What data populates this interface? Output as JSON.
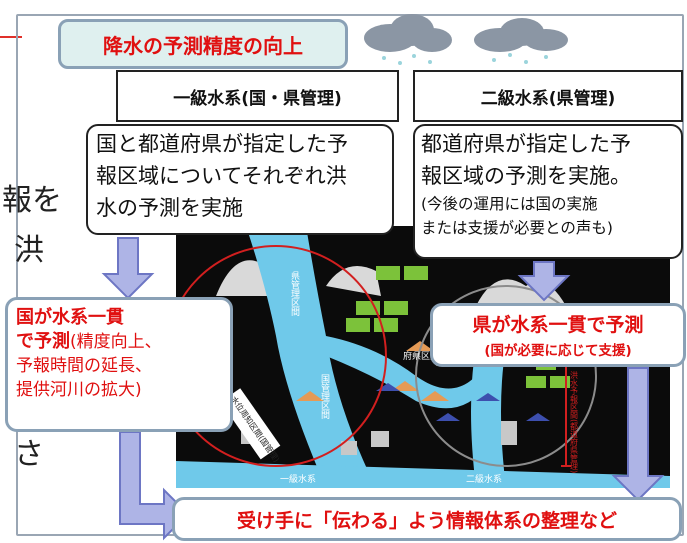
{
  "title": "降水の予測精度の向上",
  "background_fragments": [
    "報を",
    "洪",
    "さ"
  ],
  "headers": {
    "class1": "一級水系(国・県管理)",
    "class2": "二級水系(県管理)"
  },
  "callout_left": {
    "lines": [
      "国と都道府県が指定した予",
      "報区域についてそれぞれ洪",
      "水の予測を実施"
    ]
  },
  "callout_right": {
    "lines": [
      "都道府県が指定した予",
      "報区域の予測を実施。"
    ],
    "notes": [
      "(今後の運用には国の実施",
      "または支援が必要との声も)"
    ]
  },
  "box_left": {
    "bold_line1": "国が水系一貫",
    "bold_line2": "で予測",
    "line2_rest": "(精度向上、",
    "line3": "予報時間の延長、",
    "line4": "提供河川の拡大)"
  },
  "box_right": {
    "main": "県が水系一貫で予測",
    "sub": "(国が必要に応じて支援)"
  },
  "box_bottom": "受け手に「伝わる」よう情報体系の整理など",
  "map_labels": {
    "class1_system": "一級水系",
    "class2_system": "二級水系",
    "national_section": "国管理区間",
    "water_level_section": "水位周知区間(国管理)",
    "flood_section": "洪水予報区間(都道府県管理)",
    "pref_section": "府県区間",
    "upstream_section": "県管理区間"
  },
  "colors": {
    "title_text": "#e01010",
    "box_border": "#8aa1b6",
    "arrow_fill": "#aeb4e6",
    "arrow_stroke": "#6d76c4",
    "river": "#6fc9ea",
    "map_bg": "#0b0b0b"
  }
}
